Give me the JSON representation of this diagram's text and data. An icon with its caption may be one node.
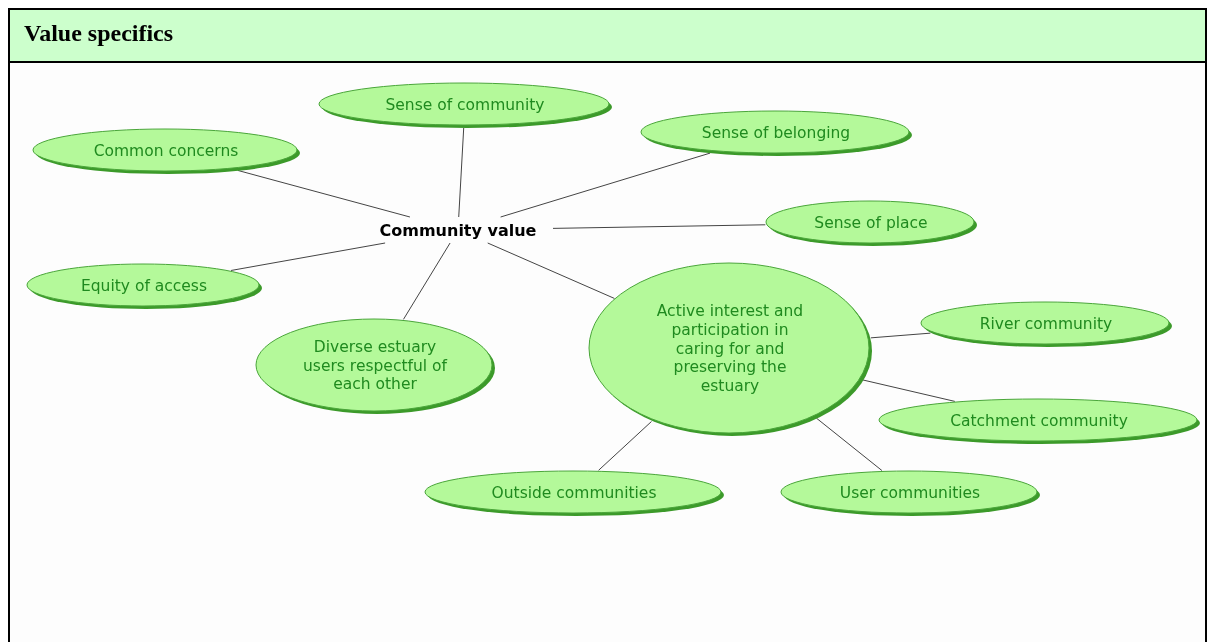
{
  "diagram": {
    "title": "Value specifics",
    "nodes": [
      {
        "text": [
          "Sense of community"
        ]
      },
      {
        "text": [
          "Sense of belonging"
        ]
      },
      {
        "text": [
          "Common concerns"
        ]
      },
      {
        "text": [
          "Community value"
        ]
      },
      {
        "text": [
          "Sense of place"
        ]
      },
      {
        "text": [
          "Equity of access"
        ]
      },
      {
        "text": [
          "Active interest and participation in caring for and preserving the estuary"
        ]
      },
      {
        "text": [
          "Diverse estuary users respectful of each other"
        ]
      },
      {
        "text": [
          "River community"
        ]
      },
      {
        "text": [
          "Catchment community"
        ]
      },
      {
        "text": [
          "Outside communities"
        ]
      },
      {
        "text": [
          "User communities"
        ]
      }
    ],
    "edges": [
      {
        "from": 3,
        "to": 0,
        "arrow": "none"
      },
      {
        "from": 3,
        "to": 1,
        "arrow": "none"
      },
      {
        "from": 3,
        "to": 2,
        "arrow": "none"
      },
      {
        "from": 3,
        "to": 4,
        "arrow": "none"
      },
      {
        "from": 3,
        "to": 5,
        "arrow": "none"
      },
      {
        "from": 3,
        "to": 6,
        "arrow": "none"
      },
      {
        "from": 3,
        "to": 7,
        "arrow": "none"
      },
      {
        "from": 6,
        "to": 8,
        "arrow": "none"
      },
      {
        "from": 6,
        "to": 9,
        "arrow": "none"
      },
      {
        "from": 6,
        "to": 10,
        "arrow": "none"
      },
      {
        "from": 6,
        "to": 11,
        "arrow": "none"
      }
    ]
  }
}
